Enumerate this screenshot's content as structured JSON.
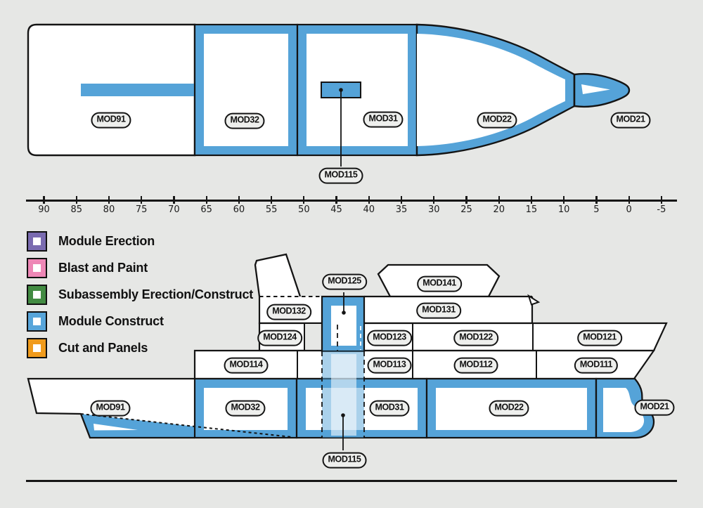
{
  "figure": {
    "description": "Ship module breakdown diagram with plan view, frame ruler, legend and profile view"
  },
  "colors": {
    "background": "#e6e7e5",
    "outline": "#141414",
    "module_construct_blue": "#55a3d8"
  },
  "legend": {
    "items": [
      {
        "label": "Module Erection",
        "color": "#7a6bb0"
      },
      {
        "label": "Blast and Paint",
        "color": "#ee87b6"
      },
      {
        "label": "Subassembly Erection/Construct",
        "color": "#428b42"
      },
      {
        "label": "Module Construct",
        "color": "#57a5da"
      },
      {
        "label": "Cut and Panels",
        "color": "#f09b1c"
      }
    ]
  },
  "ruler": {
    "ticks": [
      "90",
      "85",
      "80",
      "75",
      "70",
      "65",
      "60",
      "55",
      "50",
      "45",
      "40",
      "35",
      "30",
      "25",
      "20",
      "15",
      "10",
      "5",
      "0",
      "-5"
    ]
  },
  "top_view": {
    "labels": {
      "mod91": "MOD91",
      "mod32": "MOD32",
      "mod31": "MOD31",
      "mod22": "MOD22",
      "mod21": "MOD21",
      "mod115": "MOD115"
    }
  },
  "side_view": {
    "labels": {
      "mod125": "MOD125",
      "mod141": "MOD141",
      "mod132": "MOD132",
      "mod131": "MOD131",
      "mod124": "MOD124",
      "mod123": "MOD123",
      "mod122": "MOD122",
      "mod121": "MOD121",
      "mod114": "MOD114",
      "mod113": "MOD113",
      "mod112": "MOD112",
      "mod111": "MOD111",
      "mod91": "MOD91",
      "mod32": "MOD32",
      "mod31": "MOD31",
      "mod22": "MOD22",
      "mod21": "MOD21",
      "mod115": "MOD115"
    }
  }
}
